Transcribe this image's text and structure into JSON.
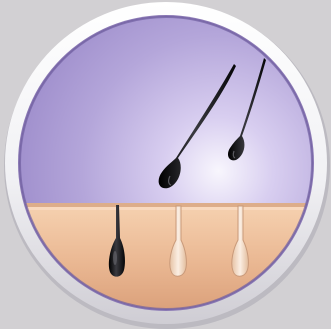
{
  "illustration": {
    "icon_name": "hair-removal-illustration-icon",
    "colors": {
      "page_background": "#d2d0d3",
      "outer_ring": "#f4f4f6",
      "ring_shadow": "#b9b7be",
      "inner_rim": "#8b78b6",
      "sky_top": "#9c8acb",
      "sky_mid": "#b4a6da",
      "sky_glow": "#f4f1fb",
      "skin_top": "#f2c8a4",
      "skin_bottom": "#dca27a",
      "skin_edge": "#b47e5e",
      "hair": "#0f0f12",
      "follicle_ghost": "#f4e3d5"
    },
    "elements": [
      "outer-ring",
      "purple-background",
      "skin-layer",
      "cut-hair-strand",
      "intact-hair-root",
      "empty-follicle"
    ]
  }
}
